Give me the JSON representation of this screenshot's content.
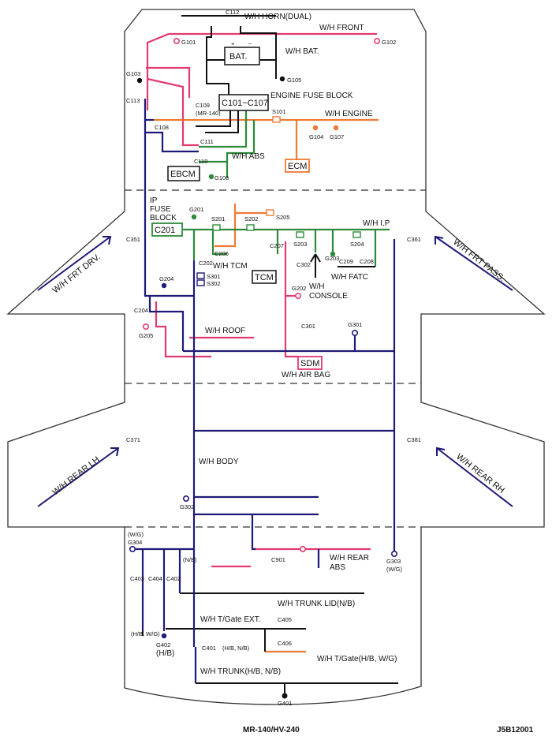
{
  "colors": {
    "outline": "#333333",
    "navy": "#1e1a78",
    "pink": "#e23a72",
    "orange": "#ef7a35",
    "green": "#2d8a3a",
    "black": "#111111"
  },
  "labels": {
    "wh_horn": "W/H HORN(DUAL)",
    "wh_front": "W/H FRONT",
    "wh_bat": "W/H BAT.",
    "bat": "BAT.",
    "engine_fuse_block": "ENGINE FUSE BLOCK",
    "c101_c107": "C101~C107",
    "wh_engine": "W/H ENGINE",
    "wh_abs": "W/H ABS",
    "ebcm": "EBCM",
    "ecm": "ECM",
    "ip_fuse_block": [
      "IP",
      "FUSE",
      "BLOCK"
    ],
    "c201": "C201",
    "wh_ip": "W/H I.P",
    "wh_tcm": "W/H TCM",
    "tcm": "TCM",
    "wh_console": [
      "W/H",
      "CONSOLE"
    ],
    "wh_fatc": "W/H FATC",
    "wh_roof": "W/H ROOF",
    "sdm": "SDM",
    "wh_air_bag": "W/H AIR BAG",
    "wh_body": "W/H BODY",
    "wh_rear_abs": [
      "W/H REAR",
      "ABS"
    ],
    "wh_trunk_lid": "W/H TRUNK LID(N/B)",
    "wh_tgate_ext": "W/H T/Gate EXT.",
    "wh_tgate": "W/H T/Gate(H/B, W/G)",
    "wh_trunk": "W/H TRUNK(H/B, N/B)",
    "wh_frt_drv": "W/H FRT DRV.",
    "wh_frt_pass": "W/H FRT PASS.",
    "wh_rear_lh": "W/H REAR LH",
    "wh_rear_rh": "W/H REAR RH",
    "hb_wg": "(H/B, W/G)",
    "hb": "(H/B)",
    "wg": "(W/G)",
    "nb": "(N/B)",
    "c401_note": "(H/B, N/B)",
    "mr140": "(MR-140)",
    "plus": "+",
    "minus": "−"
  },
  "connectors": {
    "c112": "C112",
    "c113": "C113",
    "c109": "C109",
    "c108": "C108",
    "c111": "C111",
    "c110": "C110",
    "c351": "C351",
    "c206": "C206",
    "c207": "C207",
    "c202": "C202",
    "c204": "C204",
    "c302": "C302",
    "c209": "C209",
    "c208": "C208",
    "c301": "C301",
    "c361": "C361",
    "c371": "C371",
    "c381": "C381",
    "c901": "C901",
    "c403": "C403",
    "c404": "C404",
    "c402": "C402",
    "c405": "C405",
    "c406": "C406",
    "c401": "C401"
  },
  "grounds": {
    "g101": "G101",
    "g102": "G102",
    "g103": "G103",
    "g105": "G105",
    "g104": "G104",
    "g107": "G107",
    "g106": "G106",
    "g201": "G201",
    "g204": "G204",
    "g205": "G205",
    "g202": "G202",
    "g203": "G203",
    "g301": "G301",
    "g302": "G302",
    "g304": "G304",
    "g303": "G303",
    "g402": "G402",
    "g401": "G401"
  },
  "splices": {
    "s101": "S101",
    "s201": "S201",
    "s202": "S202",
    "s205": "S205",
    "s203": "S203",
    "s204": "S204",
    "s301": "S301",
    "s302": "S302"
  },
  "footer": {
    "model": "MR-140/HV-240",
    "code": "J5B12001"
  }
}
